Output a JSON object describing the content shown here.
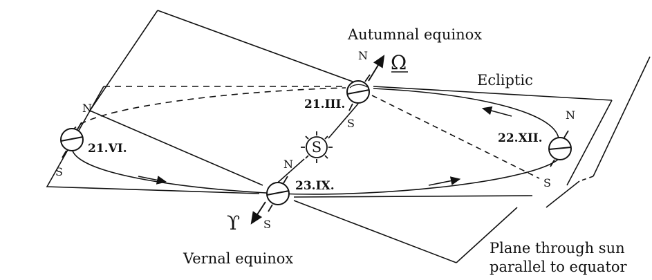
{
  "labels": {
    "autumnal_equinox": "Autumnal equinox",
    "vernal_equinox": "Vernal equinox",
    "ecliptic": "Ecliptic",
    "plane_line1": "Plane through sun",
    "plane_line2": "parallel to equator",
    "sun": "S"
  },
  "dates": {
    "june": "21.VI.",
    "march": "21.III.",
    "september": "23.IX.",
    "december": "22.XII."
  },
  "poles": {
    "north": "N",
    "south": "S"
  },
  "symbols": {
    "aries": "ϒ",
    "libra": "Ω"
  },
  "colors": {
    "ink": "#111111",
    "background": "#ffffff"
  }
}
